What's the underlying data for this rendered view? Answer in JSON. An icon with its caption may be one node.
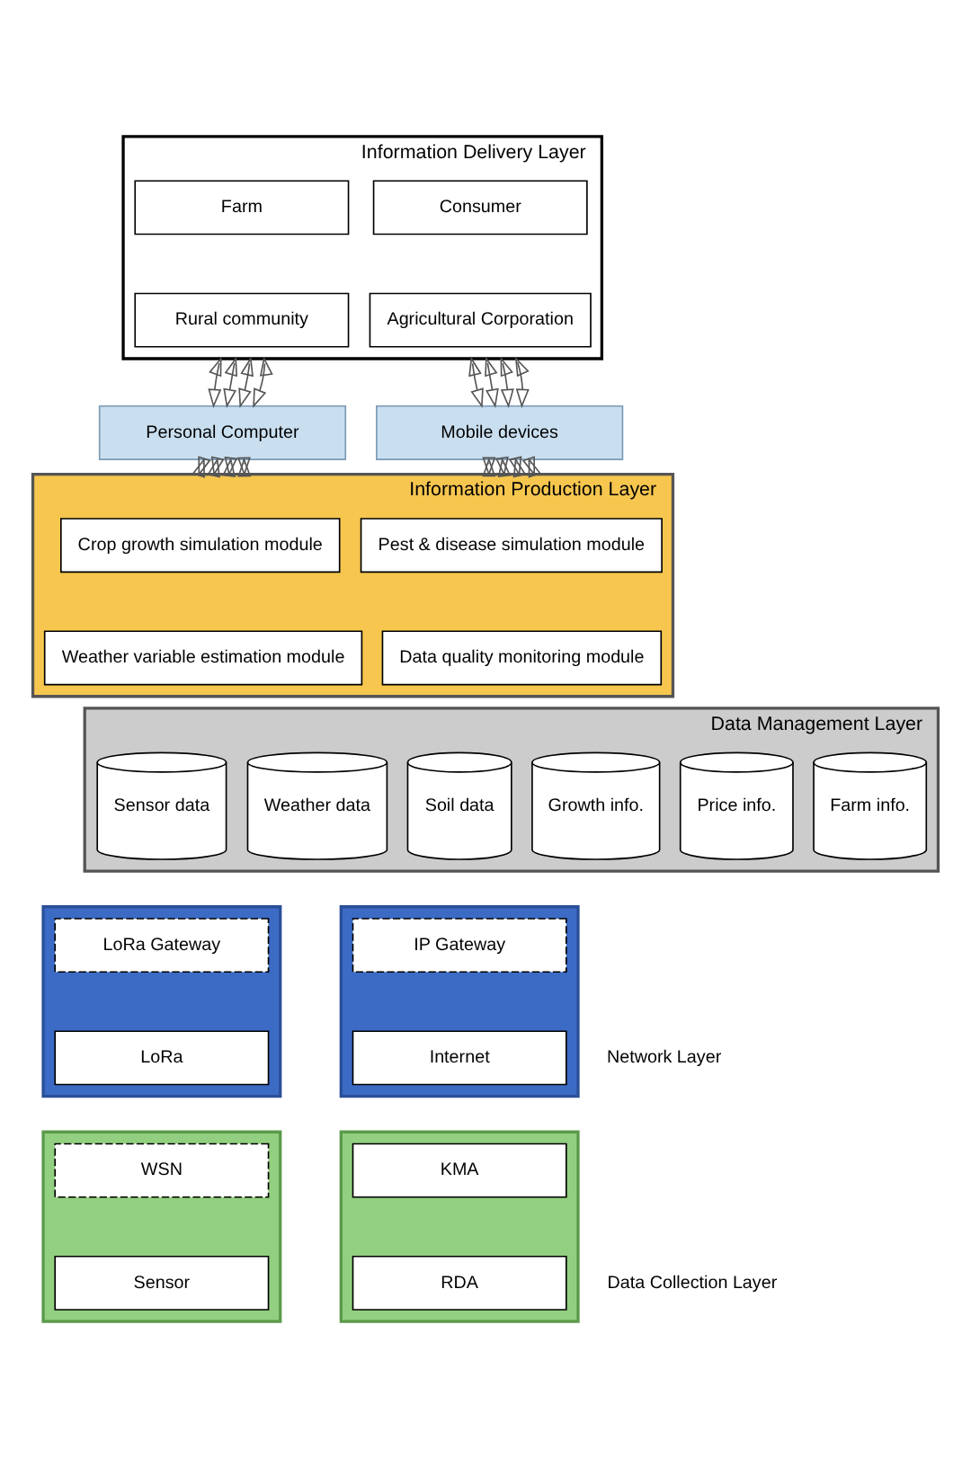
{
  "diagram": {
    "nodes": [
      {
        "text": [
          "Information Delivery Layer"
        ]
      },
      {
        "text": [
          "Farm"
        ],
        "in": 0
      },
      {
        "text": [
          "Consumer"
        ],
        "in": 0
      },
      {
        "text": [
          "Rural community"
        ],
        "in": 0
      },
      {
        "text": [
          "Agricultural Corporation"
        ],
        "in": 0
      },
      {
        "text": [
          "Personal Computer"
        ]
      },
      {
        "text": [
          "Mobile devices"
        ]
      },
      {
        "text": [
          "Information Production Layer"
        ]
      },
      {
        "text": [
          "Crop growth simulation module"
        ],
        "in": 7
      },
      {
        "text": [
          "Pest & disease simulation module"
        ],
        "in": 7
      },
      {
        "text": [
          "Weather variable estimation module"
        ],
        "in": 7
      },
      {
        "text": [
          "Data quality monitoring module"
        ],
        "in": 7
      },
      {
        "text": [
          "Data Management Layer"
        ]
      },
      {
        "text": [
          "Sensor data"
        ],
        "in": 12
      },
      {
        "text": [
          "Weather data"
        ],
        "in": 12
      },
      {
        "text": [
          "Soil data"
        ],
        "in": 12
      },
      {
        "text": [
          "Growth info."
        ],
        "in": 12
      },
      {
        "text": [
          "Price info."
        ],
        "in": 12
      },
      {
        "text": [
          "Farm info."
        ],
        "in": 12
      },
      {
        "text": [],
        "shape": "box"
      },
      {
        "text": [
          "LoRa Gateway"
        ],
        "in": 19
      },
      {
        "text": [
          "LoRa"
        ],
        "in": 19
      },
      {
        "text": [],
        "shape": "box"
      },
      {
        "text": [
          "IP Gateway"
        ],
        "in": 22
      },
      {
        "text": [
          "Internet"
        ],
        "in": 22
      },
      {
        "text": [],
        "shape": "box"
      },
      {
        "text": [
          "WSN"
        ],
        "in": 25
      },
      {
        "text": [
          "Sensor"
        ],
        "in": 25
      },
      {
        "text": [],
        "shape": "box"
      },
      {
        "text": [
          "KMA"
        ],
        "in": 28
      },
      {
        "text": [
          "RDA"
        ],
        "in": 28
      }
    ],
    "edges": [
      {
        "from": 0,
        "to": 5,
        "arrow": "both"
      },
      {
        "from": 0,
        "to": 5,
        "arrow": "both"
      },
      {
        "from": 0,
        "to": 5,
        "arrow": "both"
      },
      {
        "from": 0,
        "to": 5,
        "arrow": "both"
      },
      {
        "from": 0,
        "to": 6,
        "arrow": "both"
      },
      {
        "from": 0,
        "to": 6,
        "arrow": "both"
      },
      {
        "from": 0,
        "to": 6,
        "arrow": "both"
      },
      {
        "from": 0,
        "to": 6,
        "arrow": "both"
      },
      {
        "from": 5,
        "to": 7,
        "arrow": "both"
      },
      {
        "from": 5,
        "to": 7,
        "arrow": "both"
      },
      {
        "from": 5,
        "to": 7,
        "arrow": "both"
      },
      {
        "from": 5,
        "to": 7,
        "arrow": "both"
      },
      {
        "from": 6,
        "to": 7,
        "arrow": "both"
      },
      {
        "from": 6,
        "to": 7,
        "arrow": "both"
      },
      {
        "from": 6,
        "to": 7,
        "arrow": "both"
      },
      {
        "from": 6,
        "to": 7,
        "arrow": "both"
      }
    ],
    "labels": [
      "Network Layer",
      "Data Collection Layer"
    ]
  }
}
